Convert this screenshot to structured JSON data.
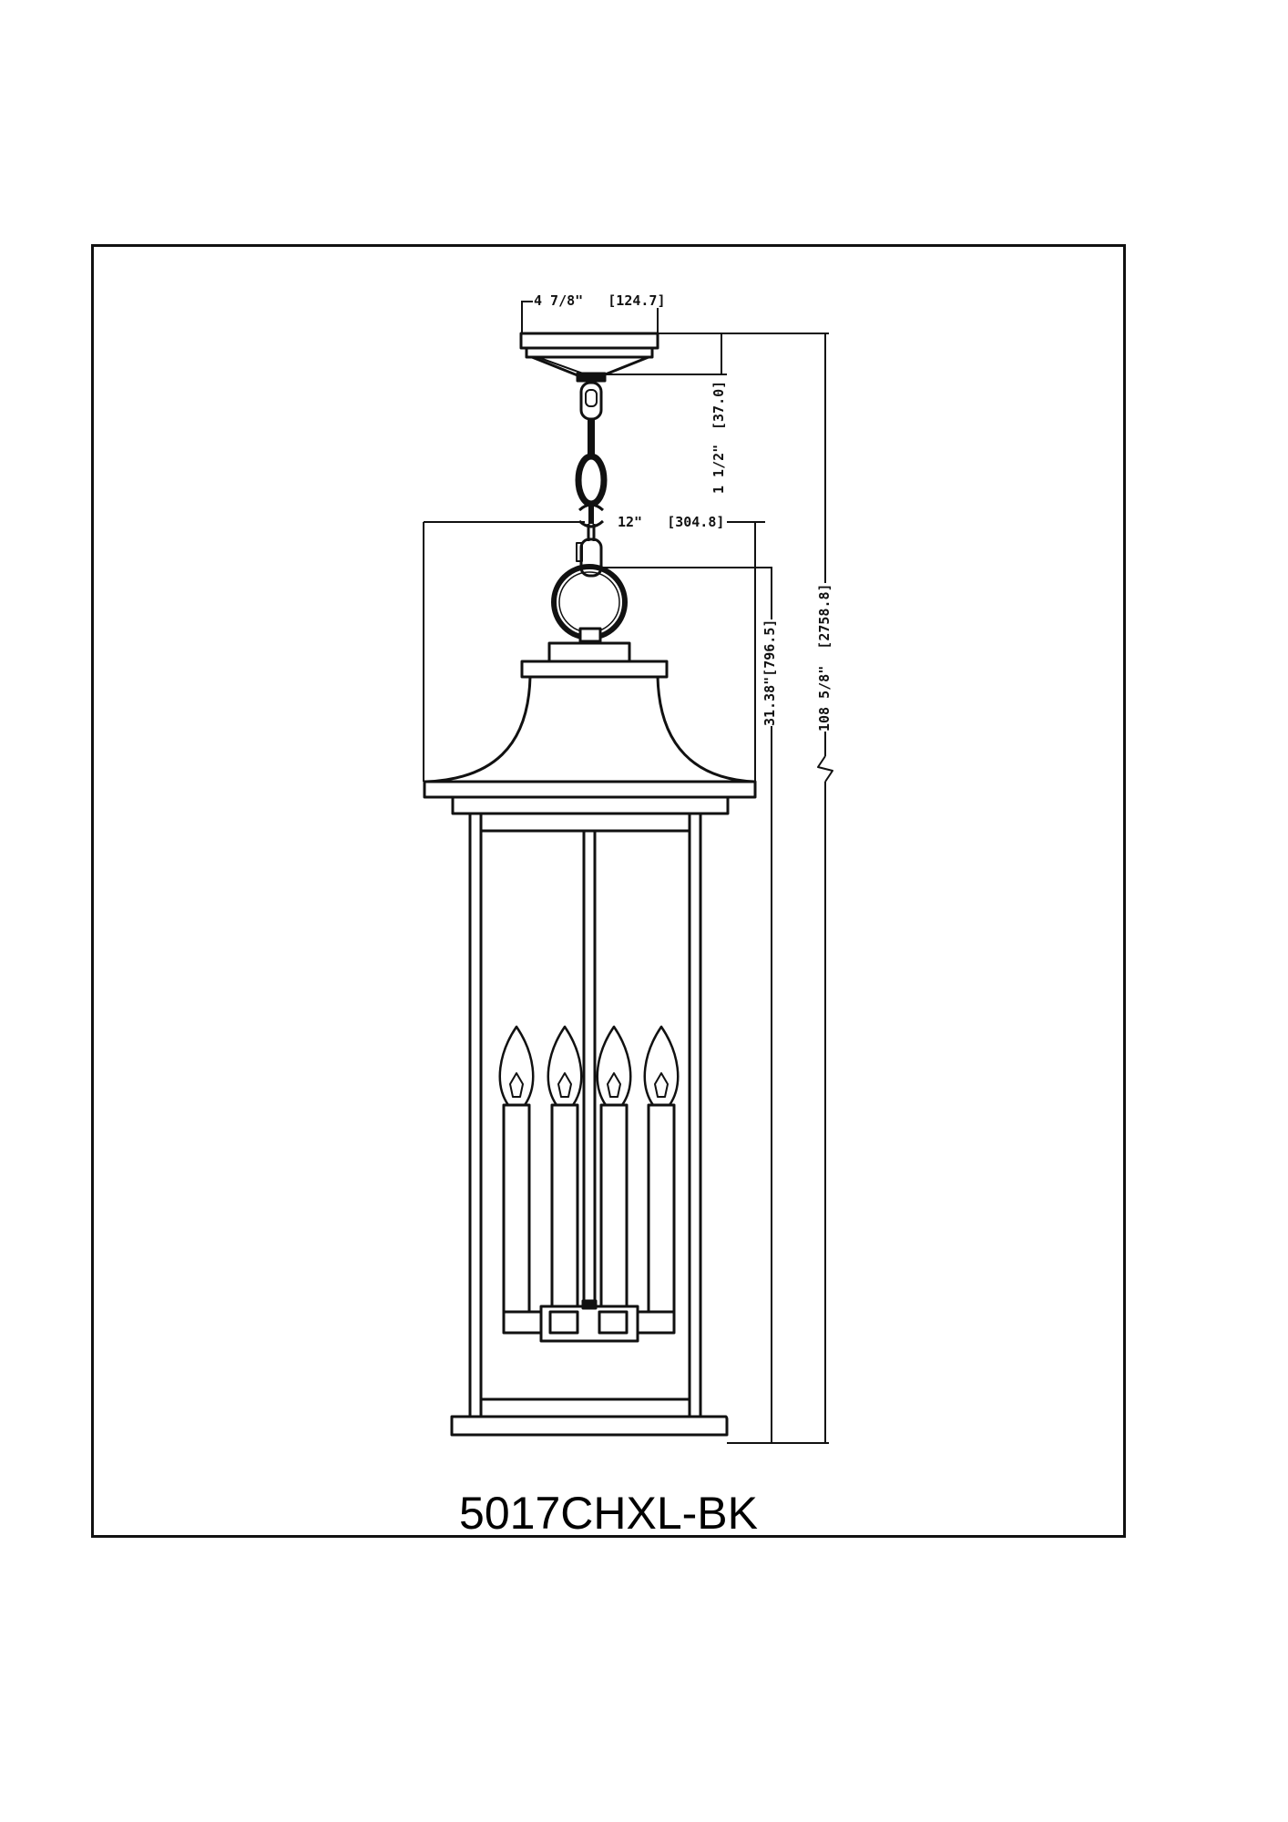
{
  "drawing": {
    "model_number": "5017CHXL-BK",
    "view": "front elevation",
    "subject": "outdoor chain-hung lantern pendant, 4 candelabra bulbs",
    "line_color": "#111111",
    "background": "#ffffff"
  },
  "dimensions": {
    "canopy_width": {
      "imperial": "4 7/8\"",
      "metric": "[124.7]"
    },
    "canopy_height": {
      "imperial": "1 1/2\"",
      "metric": "[37.0]"
    },
    "fixture_width": {
      "imperial": "12\"",
      "metric": "[304.8]"
    },
    "fixture_height": {
      "imperial": "31.38\"",
      "metric": "[796.5]"
    },
    "overall_height": {
      "imperial": "108 5/8\"",
      "metric": "[2758.8]"
    }
  },
  "components": {
    "bulb_count": 4
  }
}
